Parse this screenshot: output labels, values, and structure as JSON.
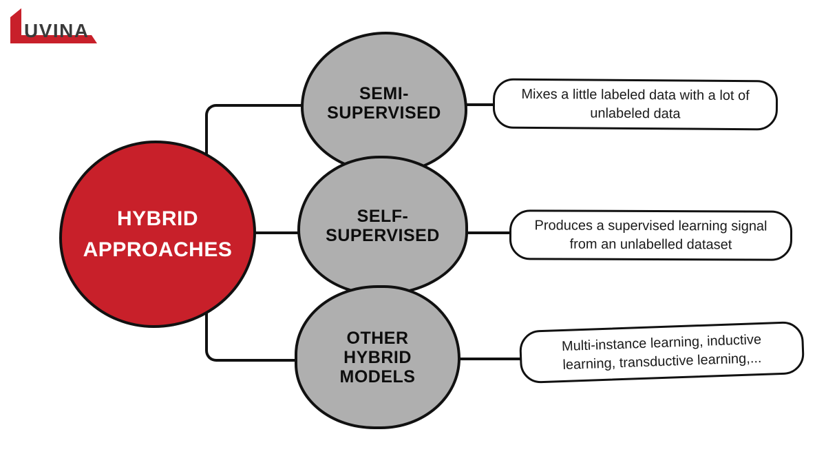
{
  "colors": {
    "accent_red": "#c8202a",
    "node_gray": "#afafaf",
    "line_black": "#111111"
  },
  "logo": {
    "text": "UVINA"
  },
  "root": {
    "label_lines": [
      "HYBRID",
      "APPROACHES"
    ]
  },
  "nodes": [
    {
      "label_lines": [
        "SEMI-",
        "SUPERVISED"
      ],
      "description": "Mixes a little labeled data with a lot of unlabeled data"
    },
    {
      "label_lines": [
        "SELF-",
        "SUPERVISED"
      ],
      "description": "Produces a supervised learning signal from an unlabelled dataset"
    },
    {
      "label_lines": [
        "OTHER",
        "HYBRID",
        "MODELS"
      ],
      "description": "Multi-instance learning, inductive learning, transductive learning,..."
    }
  ]
}
